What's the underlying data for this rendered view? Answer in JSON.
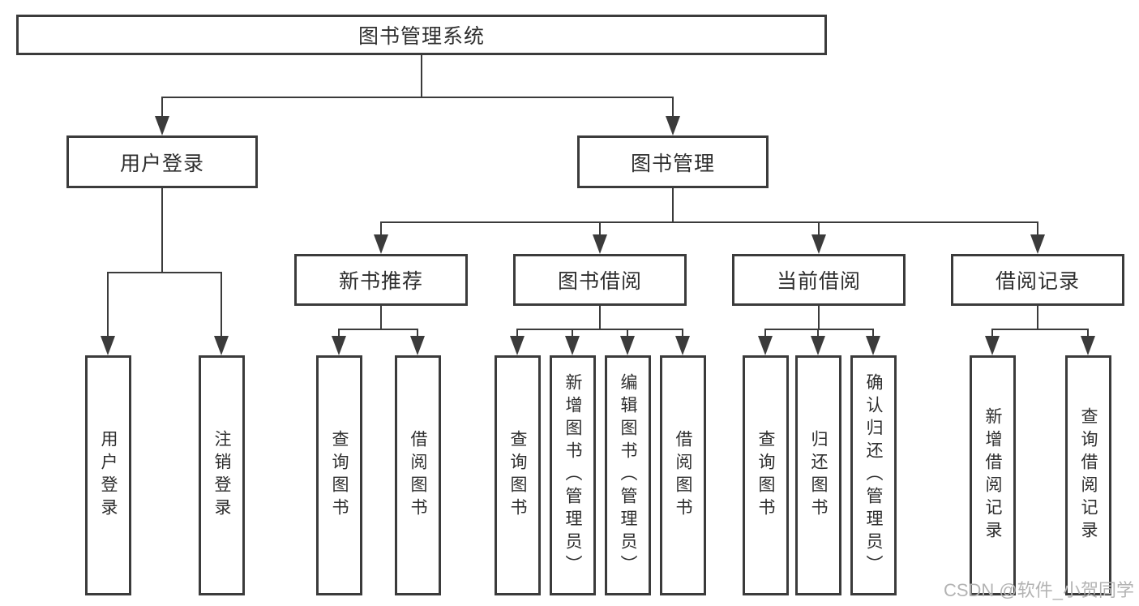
{
  "diagram": {
    "colors": {
      "line": "#3b3b3b",
      "border": "#3b3b3b",
      "text": "#2e2e2e",
      "watermark": "#b3b3b3",
      "background": "#ffffff"
    },
    "tree": {
      "label": "图书管理系统",
      "children": [
        {
          "label": "用户登录",
          "children": [
            {
              "label": "用户登录"
            },
            {
              "label": "注销登录"
            }
          ]
        },
        {
          "label": "图书管理",
          "children": [
            {
              "label": "新书推荐",
              "children": [
                {
                  "label": "查询图书"
                },
                {
                  "label": "借阅图书"
                }
              ]
            },
            {
              "label": "图书借阅",
              "children": [
                {
                  "label": "查询图书"
                },
                {
                  "label": "新增图书（管理员）"
                },
                {
                  "label": "编辑图书（管理员）"
                },
                {
                  "label": "借阅图书"
                }
              ]
            },
            {
              "label": "当前借阅",
              "children": [
                {
                  "label": "查询图书"
                },
                {
                  "label": "归还图书"
                },
                {
                  "label": "确认归还（管理员）"
                }
              ]
            },
            {
              "label": "借阅记录",
              "children": [
                {
                  "label": "新增借阅记录"
                },
                {
                  "label": "查询借阅记录"
                }
              ]
            }
          ]
        }
      ]
    },
    "watermark": "CSDN @软件_小贺同学"
  }
}
